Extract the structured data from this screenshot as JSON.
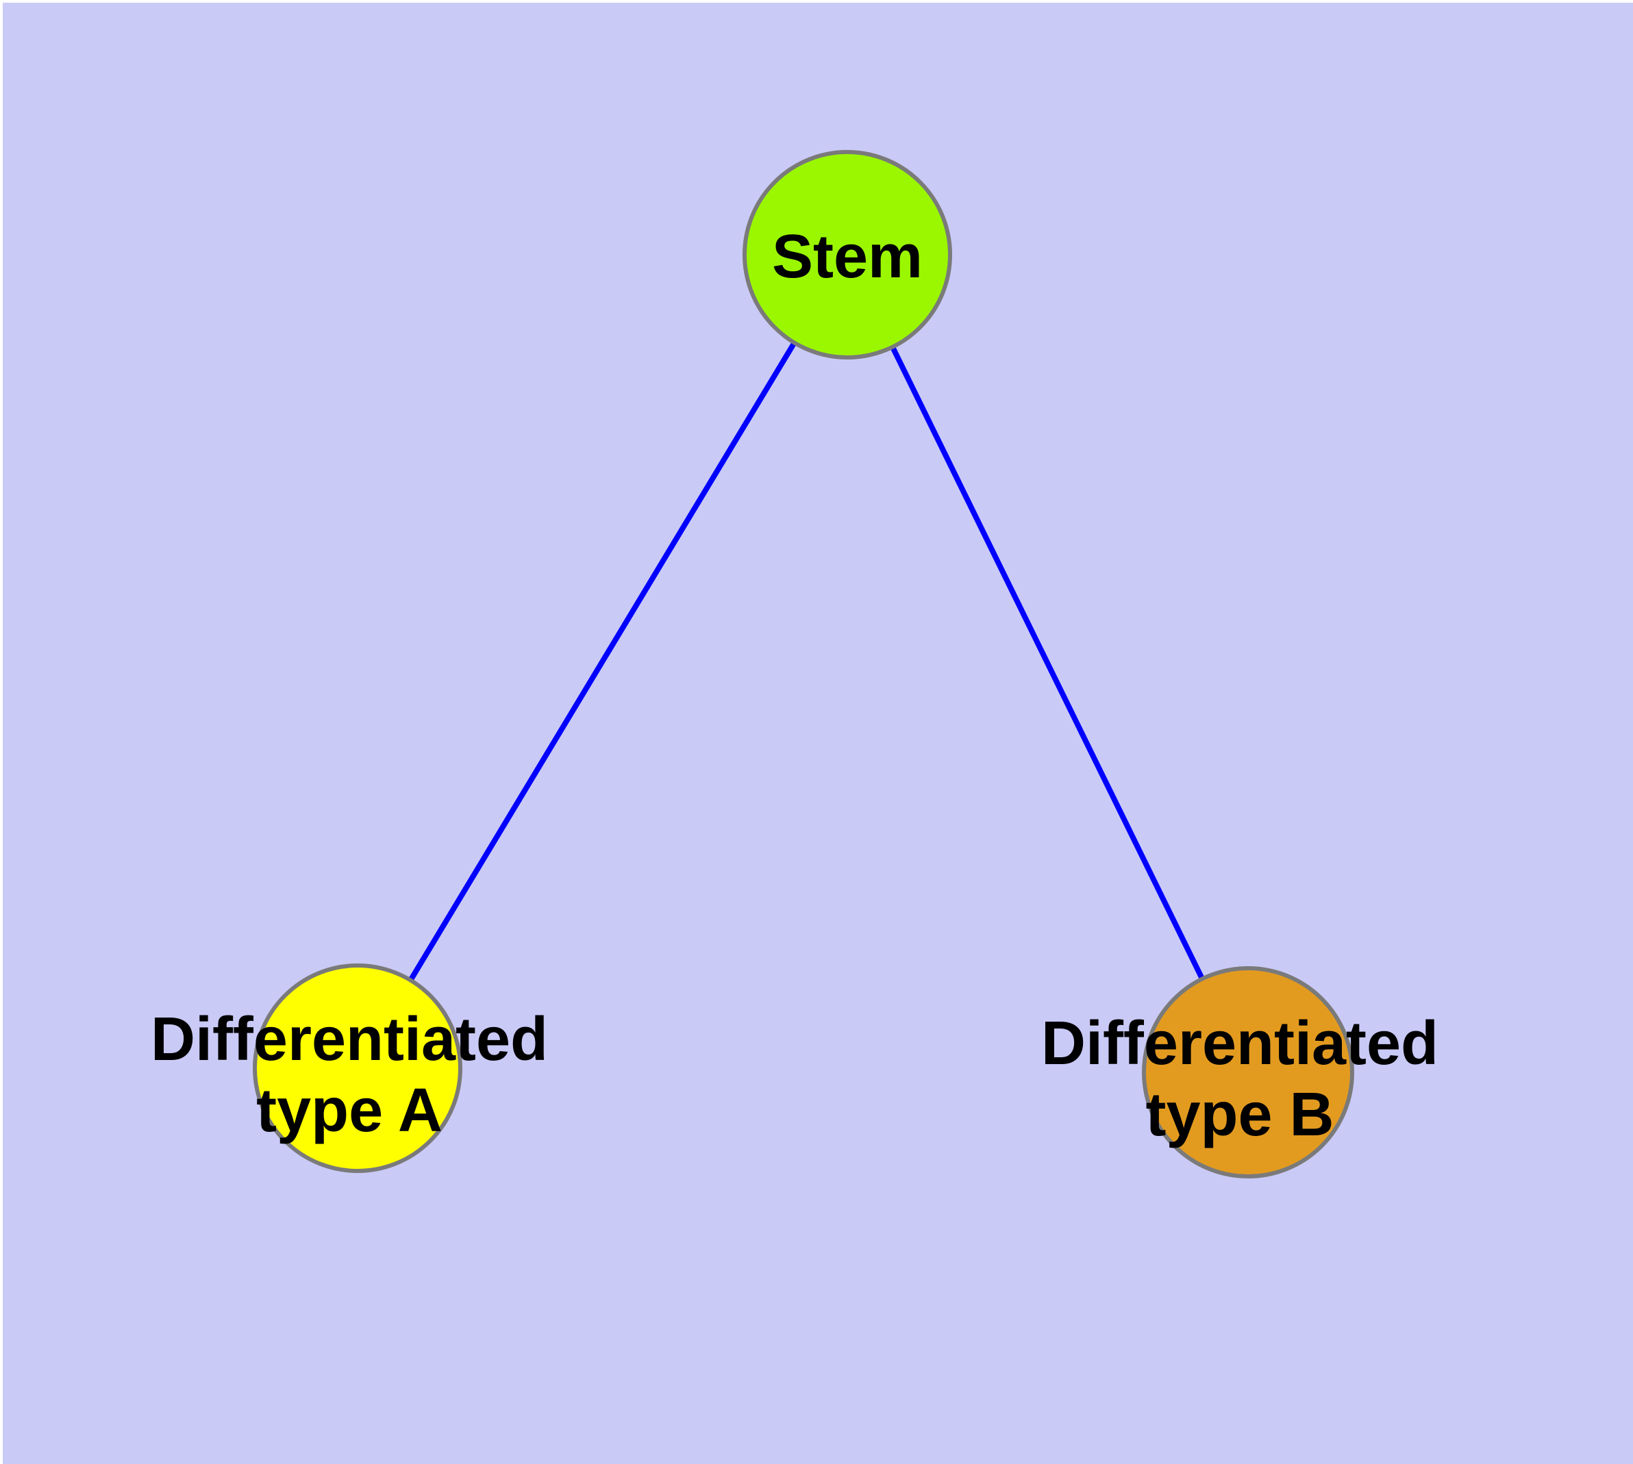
{
  "colors": {
    "page_margin": "#FFFFFF",
    "background": "#CACAF7",
    "node_border": "#7A7A7A",
    "edge": "#0000FF",
    "label_text": "#000000"
  },
  "nodes": {
    "stem": {
      "label": "Stem",
      "fill": "#9AF700"
    },
    "type_a": {
      "label_line1": "Differentiated",
      "label_line2": "type A",
      "fill": "#FFFF00"
    },
    "type_b": {
      "label_line1": "Differentiated",
      "label_line2": "type B",
      "fill": "#E39B1F"
    }
  }
}
